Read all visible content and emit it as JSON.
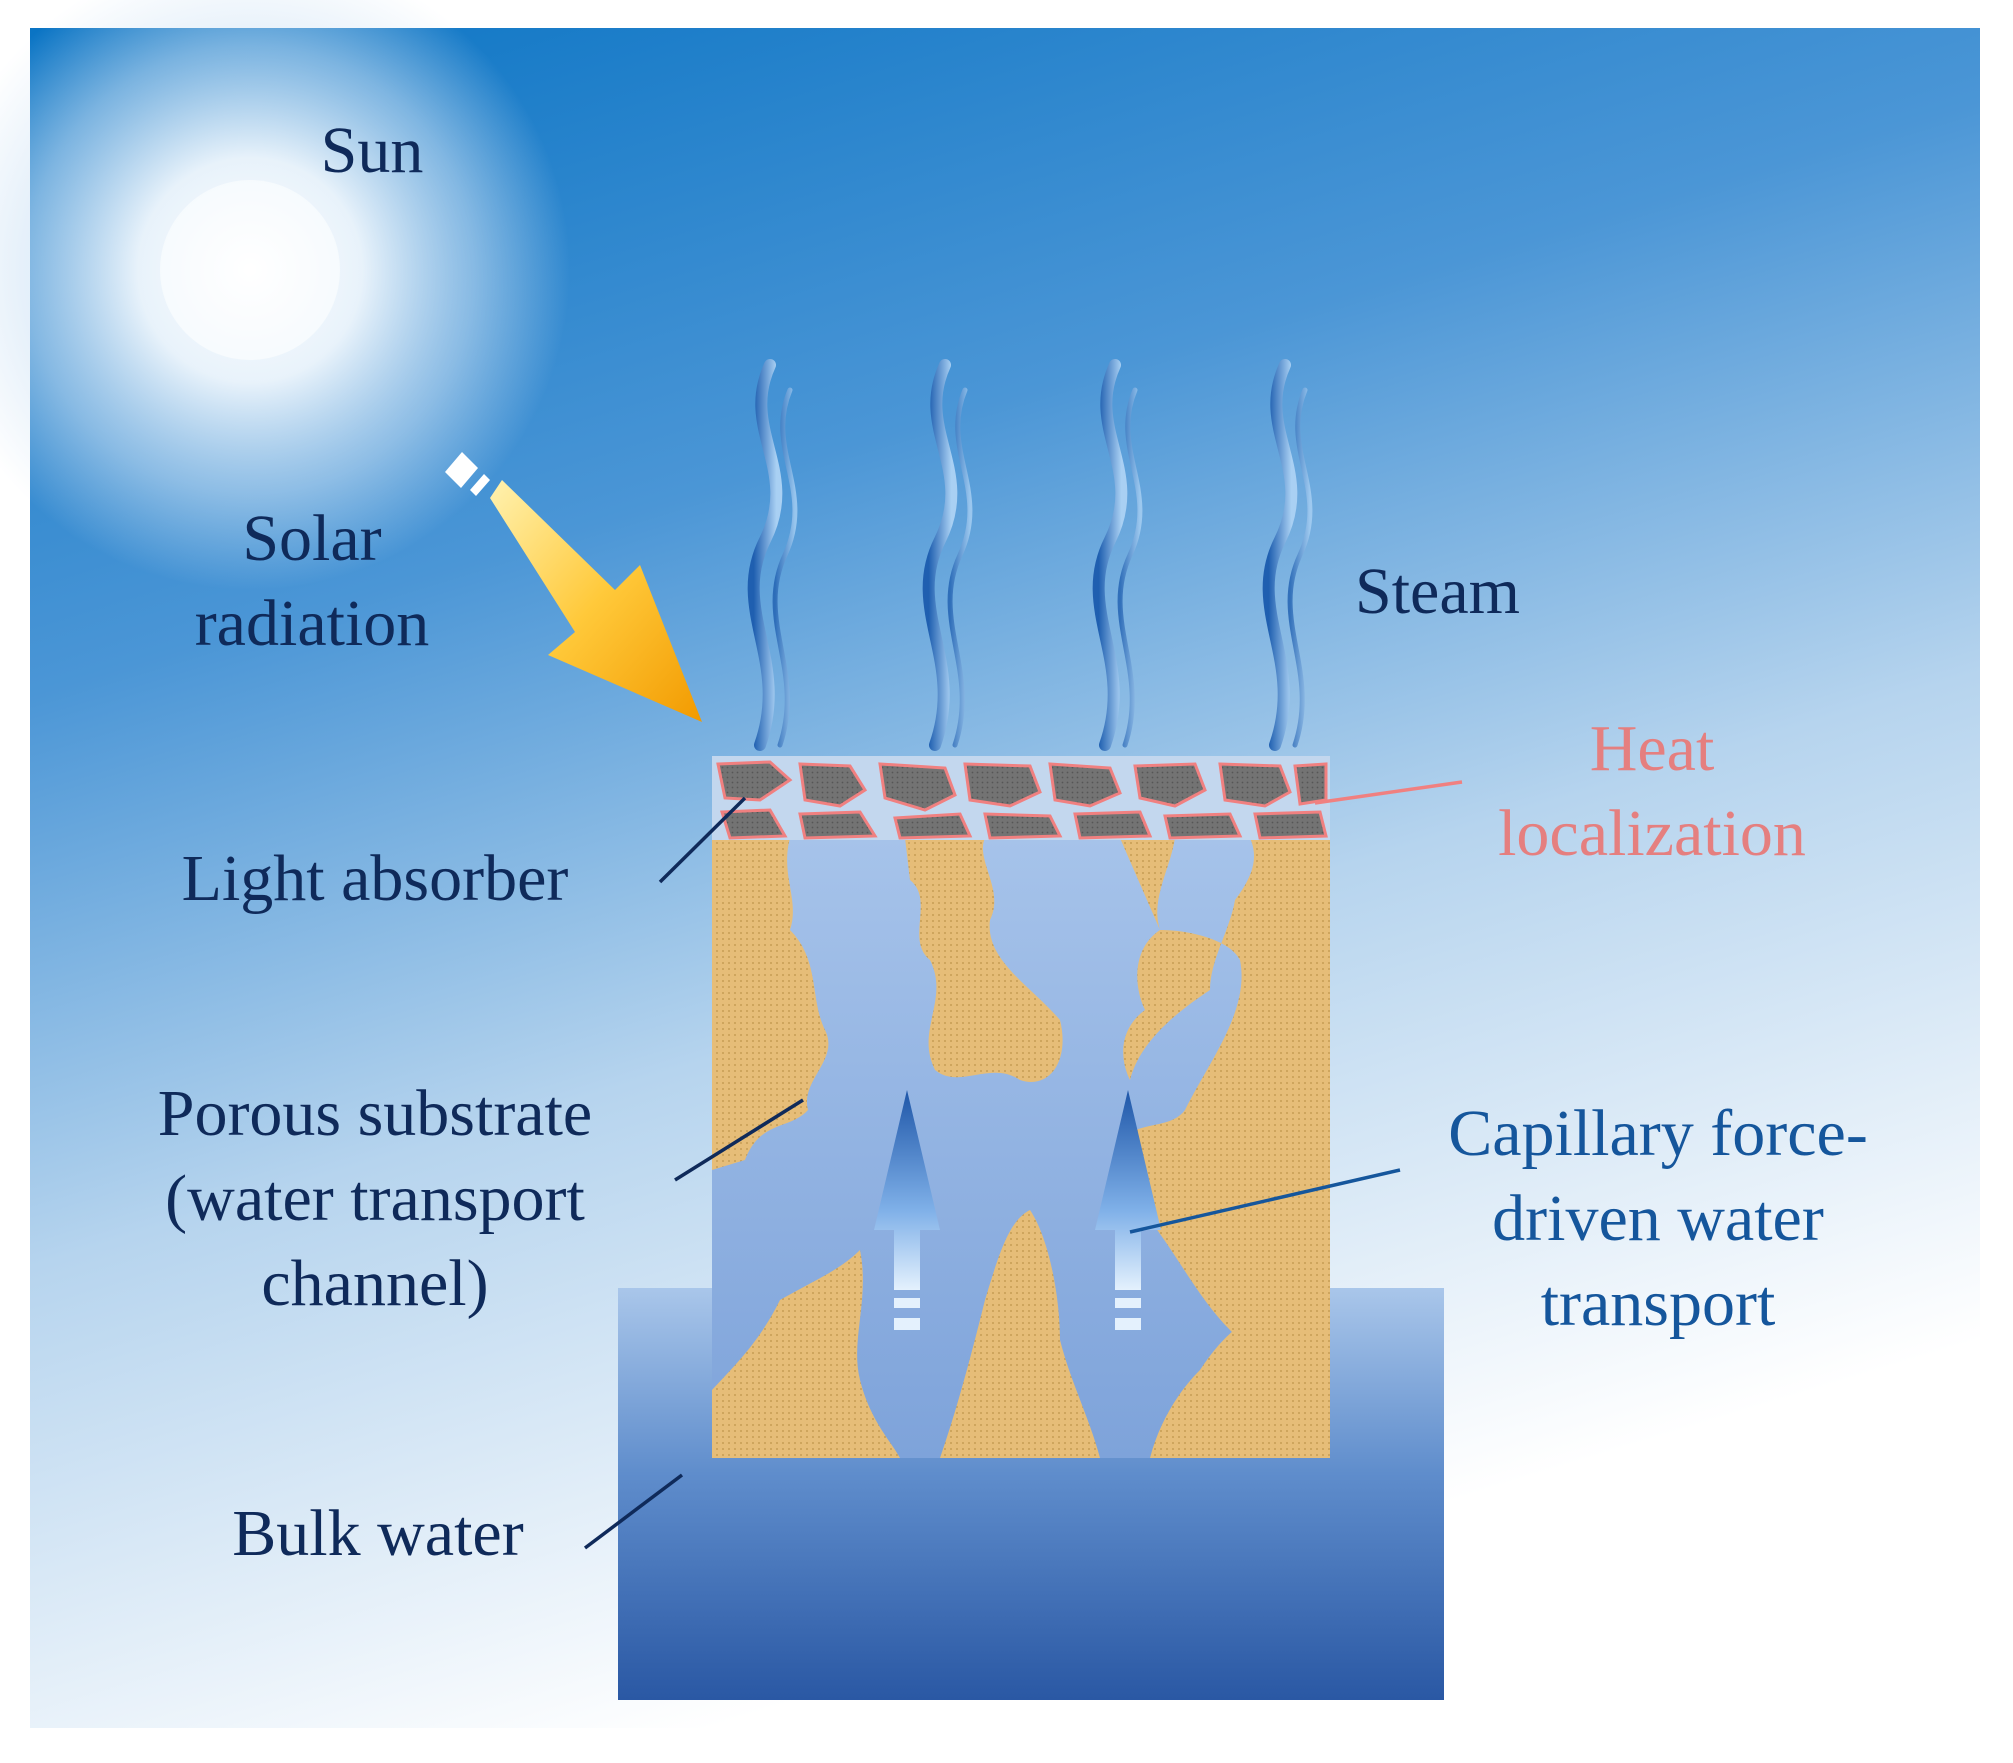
{
  "labels": {
    "sun": "Sun",
    "solar_line1": "Solar",
    "solar_line2": "radiation",
    "steam": "Steam",
    "heat_line1": "Heat",
    "heat_line2": "localization",
    "light_absorber": "Light absorber",
    "porous_line1": "Porous substrate",
    "porous_line2": "(water transport",
    "porous_line3": "channel)",
    "capillary_line1": "Capillary force-",
    "capillary_line2": "driven water",
    "capillary_line3": "transport",
    "bulk_water": "Bulk water"
  },
  "colors": {
    "sky_top": "#0a78c8",
    "sky_bottom": "#ffffff",
    "water_light": "#9fbfe6",
    "water_dark": "#2f5ea8",
    "porous_substrate": "#e8c07a",
    "absorber_dark": "#6e6e6e",
    "heat_outline": "#f08080",
    "steam": "#3a78c0",
    "solar_arrow": "#f5a800",
    "label_dark": "#0f2a5a",
    "label_red": "#e57f7f",
    "label_blue": "#15569c"
  },
  "icons": {
    "sun": "sun-glow-icon",
    "solar_arrow": "solar-radiation-arrow-icon",
    "steam": "steam-wave-icon",
    "capillary_arrow": "capillary-up-arrow-icon"
  }
}
